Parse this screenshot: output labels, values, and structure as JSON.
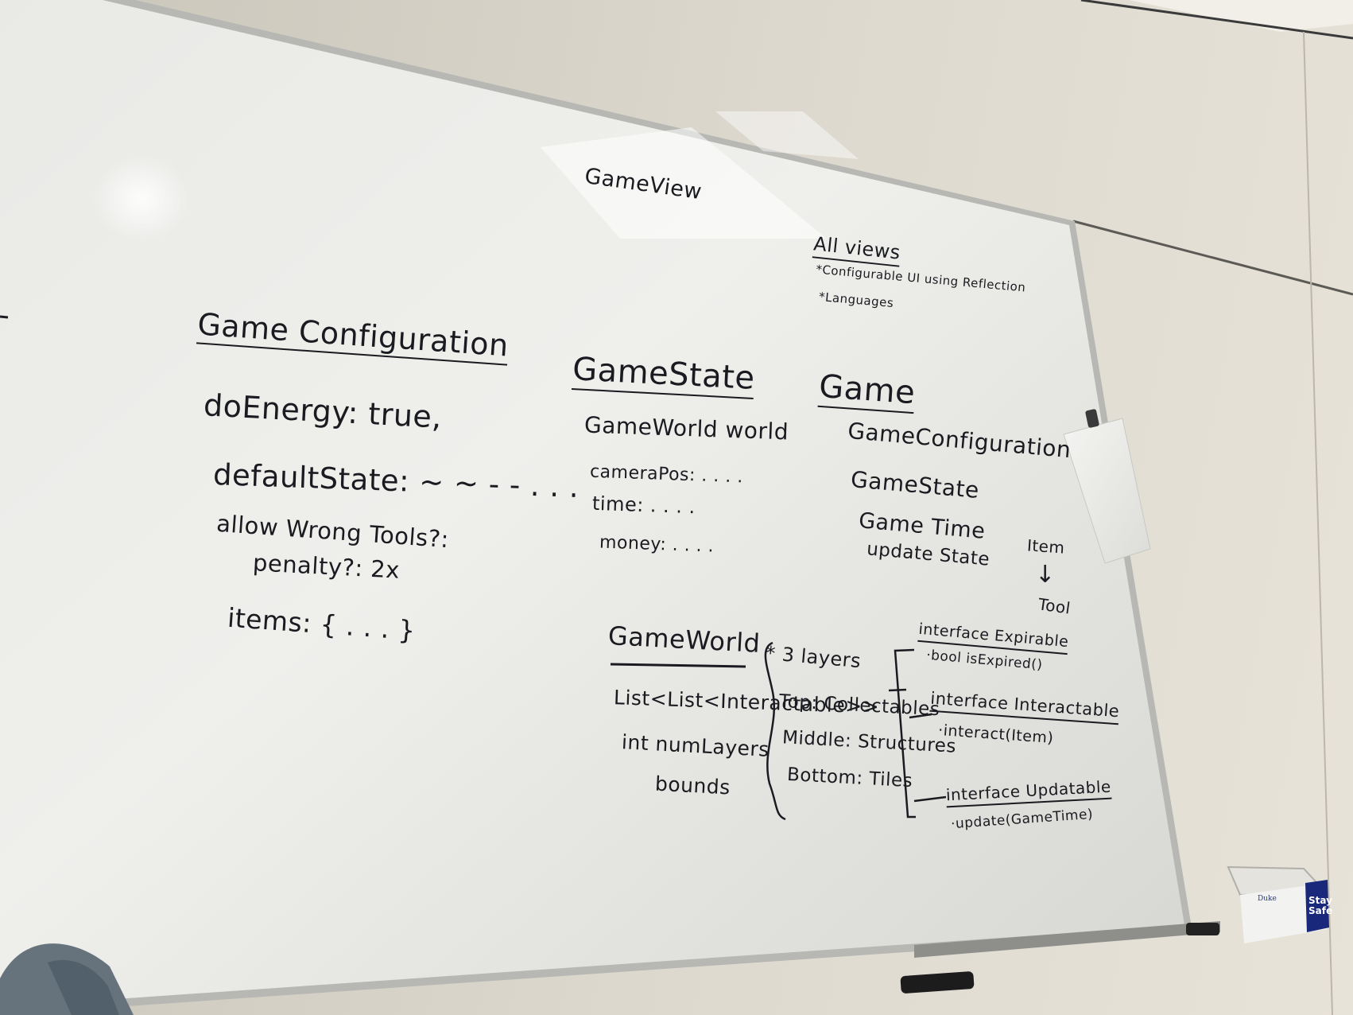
{
  "board": {
    "title_top": "GameView",
    "all_views": {
      "heading": "All views",
      "notes": [
        "*Configurable UI using Reflection",
        "*Languages"
      ]
    },
    "game_configuration": {
      "heading": "Game Configuration",
      "fields": [
        "doEnergy: true,",
        "defaultState: ~ ~ - - . . .",
        "allow Wrong Tools?:",
        "penalty?: 2x",
        "items: { . . . }"
      ]
    },
    "game_state": {
      "heading": "GameState",
      "fields": [
        "GameWorld world",
        "cameraPos: . . . .",
        "time: . . . .",
        "money: . . . ."
      ]
    },
    "game": {
      "heading": "Game",
      "fields": [
        "GameConfiguration",
        "GameState",
        "Game Time",
        "update State"
      ]
    },
    "item_tool": {
      "from": "Item",
      "arrow": "↓",
      "to": "Tool"
    },
    "game_world": {
      "heading": "GameWorld",
      "fields": [
        "List<List<Interactable>>",
        "int numLayers",
        "bounds"
      ]
    },
    "layers": {
      "heading": "* 3 layers",
      "items": [
        "Top: Collectables",
        "Middle: Structures",
        "Bottom: Tiles"
      ]
    },
    "interfaces": [
      {
        "name": "interface Expirable",
        "method": "·bool isExpired()"
      },
      {
        "name": "interface Interactable",
        "method": "·interact(Item)"
      },
      {
        "name": "interface Updatable",
        "method": "·update(GameTime)"
      }
    ]
  },
  "wall_sign": {
    "brand": "Duke",
    "label_line1": "Stay",
    "label_line2": "Safe"
  }
}
